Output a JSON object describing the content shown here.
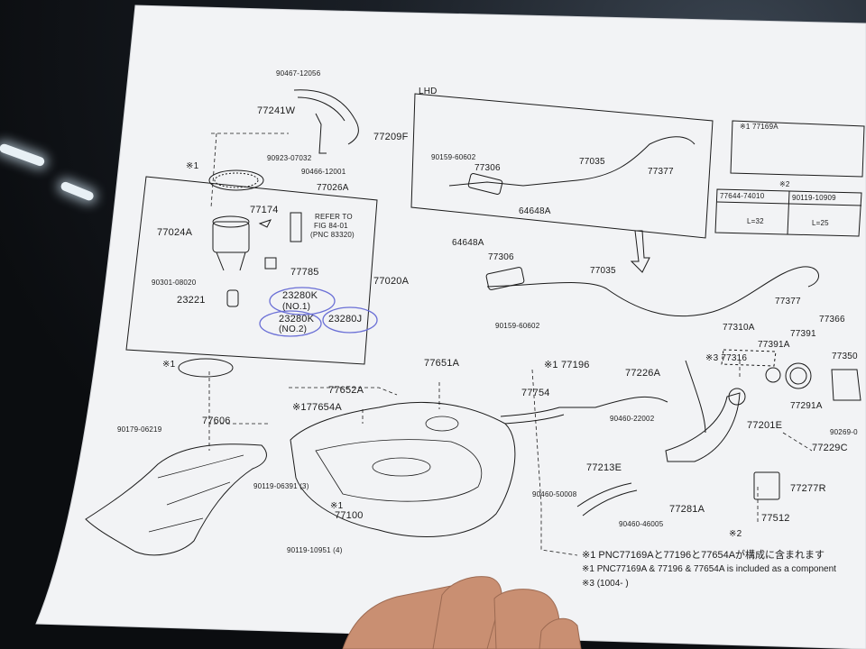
{
  "sheet": {
    "section_label": "LHD",
    "refer_to": [
      "REFER TO",
      "FIG 84-01",
      "(PNC 83320)"
    ],
    "parts": {
      "p90467_12056": "90467-12056",
      "p77241w": "77241W",
      "p77209f": "77209F",
      "p90923_07032": "90923-07032",
      "p90466_12001": "90466-12001",
      "p77026a": "77026A",
      "p1_ring": "※1",
      "p77024a": "77024A",
      "p77174": "77174",
      "p77785": "77785",
      "p77020a": "77020A",
      "p90301_08020": "90301-08020",
      "p23221": "23221",
      "p23280k_1": "23280K",
      "p23280k_1_sub": "(NO.1)",
      "p23280k_2": "23280K",
      "p23280k_2_sub": "(NO.2)",
      "p23280j": "23280J",
      "lhd_90159_60602": "90159-60602",
      "lhd_77306": "77306",
      "lhd_77035": "77035",
      "lhd_77377": "77377",
      "lhd_64648a": "64648A",
      "inset_77169a": "※1 77169A",
      "inset_2": "※2",
      "inset_77644": "77644-74010",
      "inset_90119": "90119-10909",
      "inset_l32": "L=32",
      "inset_l25": "L=25",
      "m_64648a": "64648A",
      "m_77306": "77306",
      "m_77035": "77035",
      "m_77377": "77377",
      "m_90159_60602": "90159-60602",
      "p77310a": "77310A",
      "p77366": "77366",
      "p77391a": "77391A",
      "p77391": "77391",
      "p3_77316": "※3 77316",
      "p77350": "77350",
      "p77291a": "77291A",
      "p90269": "90269-0",
      "p1_gasket": "※1",
      "p77651a": "77651A",
      "p1_77196": "※1 77196",
      "p77226a": "77226A",
      "p77652a": "77652A",
      "p77754": "77754",
      "p1_77654a": "※177654A",
      "p90460_22002": "90460-22002",
      "p77201e": "77201E",
      "p90179_06219": "90179-06219",
      "p77606": "77606",
      "p77229c": "77229C",
      "p77213e": "77213E",
      "p90119_06391": "90119-06391 (3)",
      "p1_tank": "※1",
      "p77100": "77100",
      "p90460_50008": "90460-50008",
      "p77277r": "77277R",
      "p77281a": "77281A",
      "p90460_46005": "90460-46005",
      "p2_bolt": "※2",
      "p77512": "77512",
      "p90119_10951": "90119-10951 (4)"
    },
    "notes": [
      "※1 PNC77169Aと77196と77654Aが構成に含まれます",
      "※1 PNC77169A & 77196 & 77654A is included as a component",
      "※3 (1004-      )"
    ]
  },
  "colors": {
    "paper": "#f2f3f5",
    "ink": "#1b1b1b",
    "highlight_circle": "#6a6fd6",
    "background": "#0d1015",
    "skin": "#c98f72"
  }
}
